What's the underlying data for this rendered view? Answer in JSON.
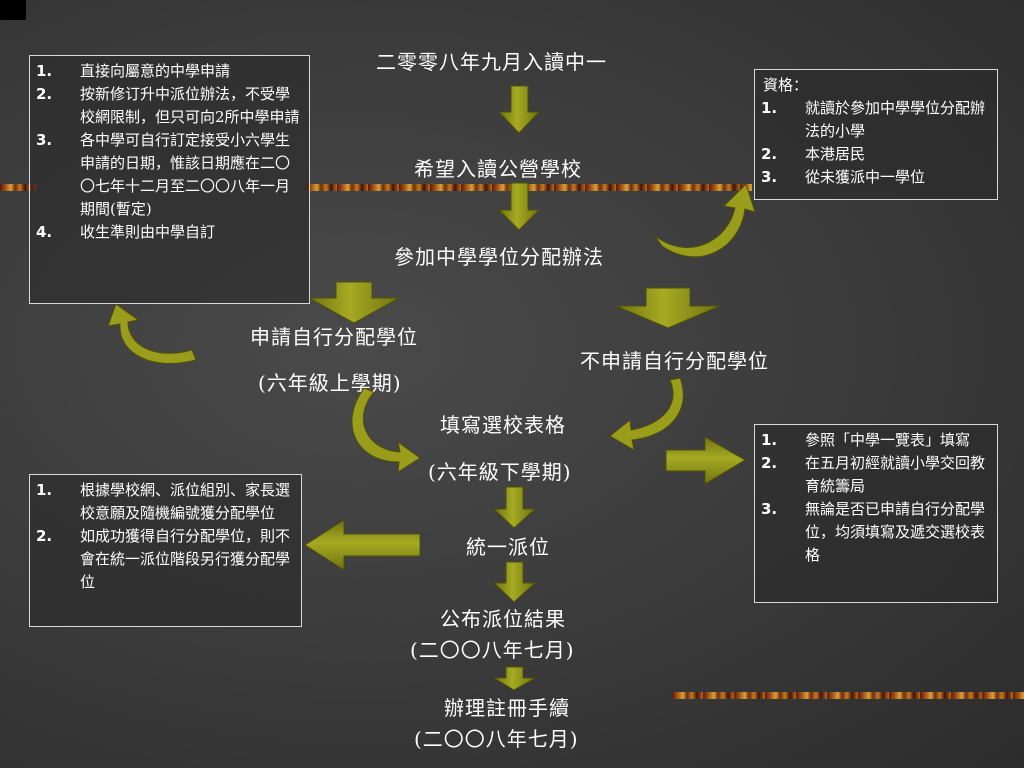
{
  "nodes": {
    "n1": "二零零八年九月入讀中一",
    "n2": "希望入讀公營學校",
    "n3": "參加中學學位分配辦法",
    "n4a": "申請自行分配學位",
    "n4b": "(六年級上學期)",
    "n5": "不申請自行分配學位",
    "n6a": "填寫選校表格",
    "n6b": "(六年級下學期)",
    "n7": "統一派位",
    "n8a": "公布派位結果",
    "n8b": "(二〇〇八年七月)",
    "n9a": "辦理註冊手續",
    "n9b": "(二〇〇八年七月)"
  },
  "box_top_left": {
    "items": [
      {
        "num": "1.",
        "text": "直接向屬意的中學申請"
      },
      {
        "num": "2.",
        "text": "按新修订升中派位辦法，不受學校網限制，但只可向2所中學申請"
      },
      {
        "num": "3.",
        "text": "各中學可自行訂定接受小六學生申請的日期，惟該日期應在二〇〇七年十二月至二〇〇八年一月期間(暫定)"
      },
      {
        "num": "4.",
        "text": "收生準則由中學自訂"
      }
    ]
  },
  "box_top_right": {
    "heading": "資格：",
    "items": [
      {
        "num": "1.",
        "text": "就讀於參加中學學位分配辦法的小學"
      },
      {
        "num": "2.",
        "text": "本港居民"
      },
      {
        "num": "3.",
        "text": "從未獲派中一學位"
      }
    ]
  },
  "box_mid_right": {
    "items": [
      {
        "num": "1.",
        "text": "參照「中學一覽表」填寫"
      },
      {
        "num": "2.",
        "text": "在五月初經就讀小學交回教育統籌局"
      },
      {
        "num": "3.",
        "text": "無論是否已申請自行分配學位，均須填寫及遞交選校表格"
      }
    ]
  },
  "box_bottom_left": {
    "items": [
      {
        "num": "1.",
        "text": "根據學校網、派位組別、家長選校意願及隨機編號獲分配學位"
      },
      {
        "num": "2.",
        "text": "如成功獲得自行分配學位，則不會在統一派位階段另行獲分配學位"
      }
    ]
  },
  "colors": {
    "arrow_fill": "#8f9316",
    "arrow_highlight": "#c4c84a",
    "arrow_shadow": "#5e600c",
    "text": "#ffffff"
  }
}
